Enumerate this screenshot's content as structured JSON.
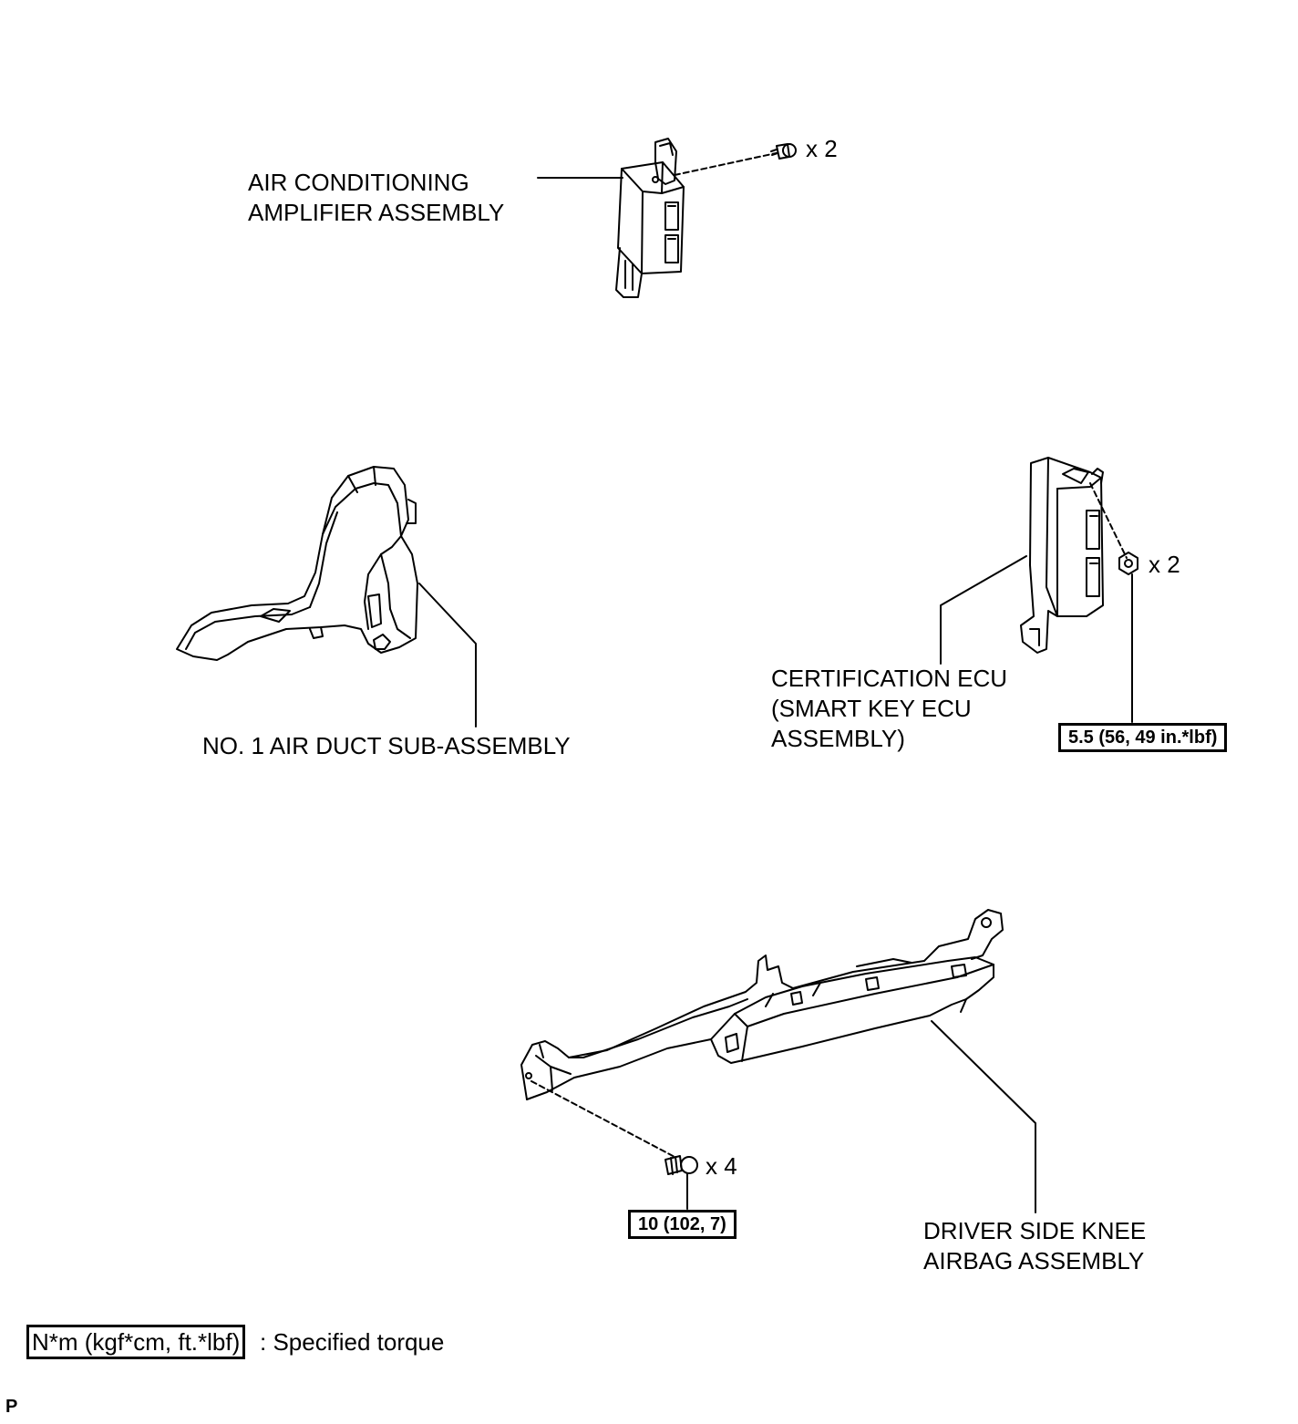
{
  "labels": {
    "ac_amplifier": [
      "AIR CONDITIONING",
      "AMPLIFIER ASSEMBLY"
    ],
    "air_duct": "NO. 1 AIR DUCT SUB-ASSEMBLY",
    "cert_ecu": [
      "CERTIFICATION ECU",
      "(SMART KEY ECU",
      "ASSEMBLY)"
    ],
    "knee_airbag": [
      "DRIVER SIDE KNEE",
      "AIRBAG ASSEMBLY"
    ]
  },
  "fasteners": {
    "ac_screws_qty": "x 2",
    "ecu_nuts_qty": "x 2",
    "airbag_bolts_qty": "x 4"
  },
  "torques": {
    "ecu_nut": "5.5 (56, 49 in.*lbf)",
    "airbag_bolt": "10 (102, 7)"
  },
  "legend": {
    "box": "N*m (kgf*cm, ft.*lbf)",
    "text": ": Specified torque"
  },
  "figure_code": "P"
}
